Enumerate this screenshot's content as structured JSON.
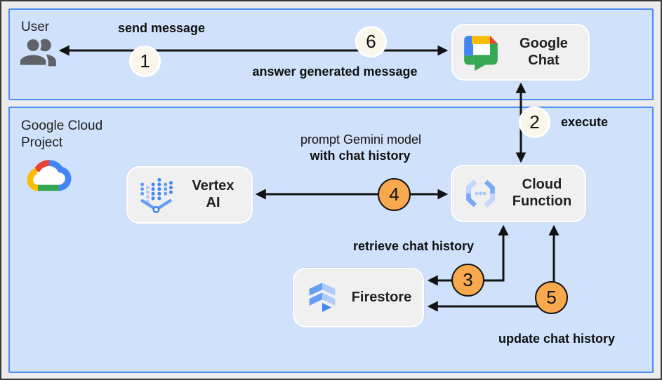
{
  "zones": {
    "user": {
      "title": "User"
    },
    "gcp": {
      "title": "Google Cloud\nProject"
    }
  },
  "nodes": {
    "google_chat": {
      "label": "Google\nChat",
      "icon": "google-chat-icon"
    },
    "vertex_ai": {
      "label": "Vertex\nAI",
      "icon": "vertex-ai-icon"
    },
    "cloud_function": {
      "label": "Cloud\nFunction",
      "icon": "cloud-functions-icon"
    },
    "firestore": {
      "label": "Firestore",
      "icon": "firestore-icon"
    }
  },
  "flow_labels": {
    "send_message": "send message",
    "answer_generated_message": "answer generated message",
    "execute": "execute",
    "prompt_line1": "prompt Gemini model",
    "prompt_line2": "with chat history",
    "retrieve_chat_history": "retrieve chat history",
    "update_chat_history": "update chat history"
  },
  "steps": {
    "s1": "1",
    "s2": "2",
    "s3": "3",
    "s4": "4",
    "s5": "5",
    "s6": "6"
  },
  "colors": {
    "zone_fill": "#cfe1fb",
    "zone_border": "#4e8df6",
    "node_fill": "#f0f0f0",
    "arrow": "#121212",
    "step_white_fill": "#fbf6ec",
    "step_orange_fill": "#f8a94d",
    "google_blue": "#4285f4",
    "google_red": "#ea4335",
    "google_yellow": "#fbbc04",
    "google_green": "#34a853",
    "icon_blue_medium": "#669df6",
    "icon_blue_light": "#aecbfa",
    "user_icon_gray": "#5f6368"
  }
}
